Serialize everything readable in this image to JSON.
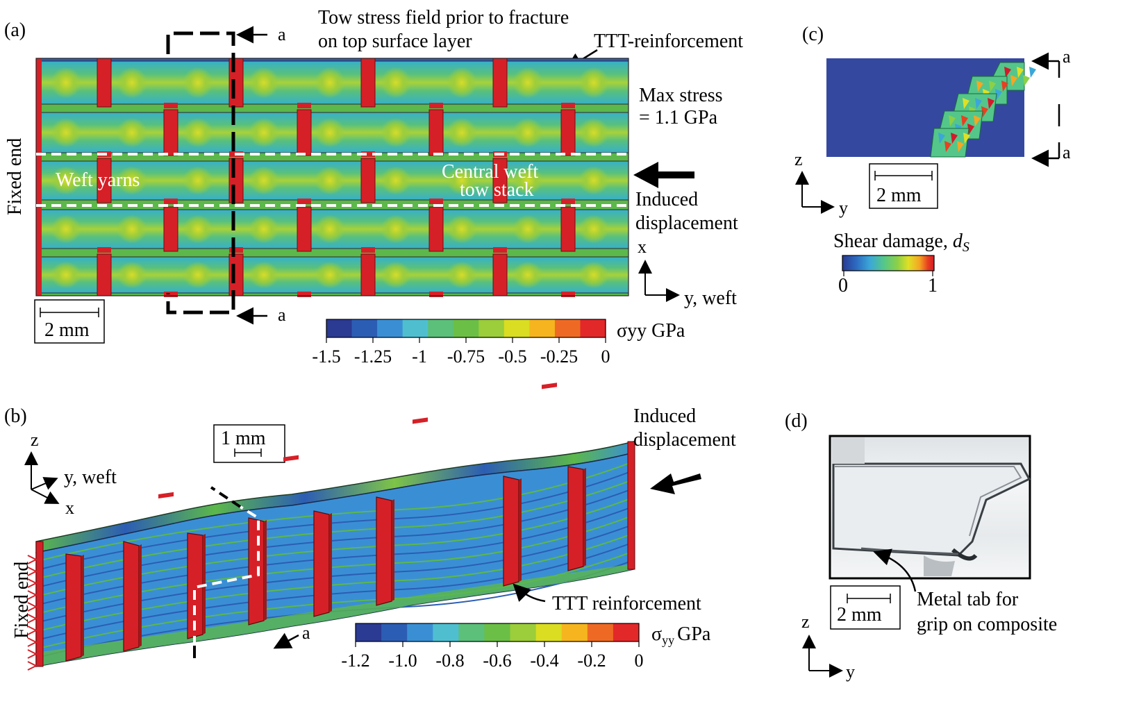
{
  "panel_a": {
    "label": "(a)",
    "title_line1": "Tow stress field prior to fracture",
    "title_line2": "on top surface layer",
    "ttt_label": "TTT-reinforcement",
    "max_stress_line1": "Max stress",
    "max_stress_line2": "= 1.1 GPa",
    "fixed_end": "Fixed end",
    "weft_yarns": "Weft yarns",
    "central_line1": "Central weft",
    "central_line2": "tow stack",
    "induced_line1": "Induced",
    "induced_line2": "displacement",
    "section_a_top": "a",
    "section_a_bottom": "a",
    "axis_x": "x",
    "axis_y": "y, weft",
    "scale_bar": "2 mm",
    "colorbar_unit": "σyy GPa",
    "colorbar_ticks": [
      "-1.5",
      "-1.25",
      "-1",
      "-0.75",
      "-0.5",
      "-0.25",
      "0"
    ]
  },
  "panel_b": {
    "label": "(b)",
    "scale_bar": "1 mm",
    "axis_z": "z",
    "axis_y": "y, weft",
    "axis_x": "x",
    "induced_line1": "Induced",
    "induced_line2": "displacement",
    "fixed_end": "Fixed end",
    "ttt_label": "TTT reinforcement",
    "section_a": "a",
    "colorbar_unit_sigma": "σ",
    "colorbar_unit_sub": "yy",
    "colorbar_unit_gpa": "GPa",
    "colorbar_ticks": [
      "-1.2",
      "-1.0",
      "-0.8",
      "-0.6",
      "-0.4",
      "-0.2",
      "0"
    ]
  },
  "panel_c": {
    "label": "(c)",
    "axis_z": "z",
    "axis_y": "y",
    "scale_bar": "2 mm",
    "section_a_top": "a",
    "section_a_bottom": "a",
    "colorbar_title": "Shear damage, ",
    "colorbar_symbol": "d",
    "colorbar_symbol_sub": "S",
    "colorbar_ticks": [
      "0",
      "1"
    ]
  },
  "panel_d": {
    "label": "(d)",
    "scale_bar": "2 mm",
    "axis_z": "z",
    "axis_y": "y",
    "annotation_line1": "Metal tab for",
    "annotation_line2": "grip on composite"
  },
  "colors": {
    "ttt_red": "#d62027",
    "ttt_dark_red": "#9c1a1a",
    "tow_green": "#5cb84a",
    "damage_blue": "#3548a0",
    "accent_white_dash": "#ffffff"
  },
  "colormap_sigma": [
    "#2b3a92",
    "#2c5db4",
    "#3a8fd4",
    "#4fbfd0",
    "#5cbf7a",
    "#6cbf46",
    "#9ccd3a",
    "#dadd22",
    "#f6b51e",
    "#ee6a24",
    "#e3282a"
  ],
  "colormap_damage": [
    "#2b3a92",
    "#2c6ac0",
    "#3ba7d8",
    "#54c68a",
    "#8cd048",
    "#dfe025",
    "#f5a623",
    "#e84020",
    "#d41a2a"
  ]
}
